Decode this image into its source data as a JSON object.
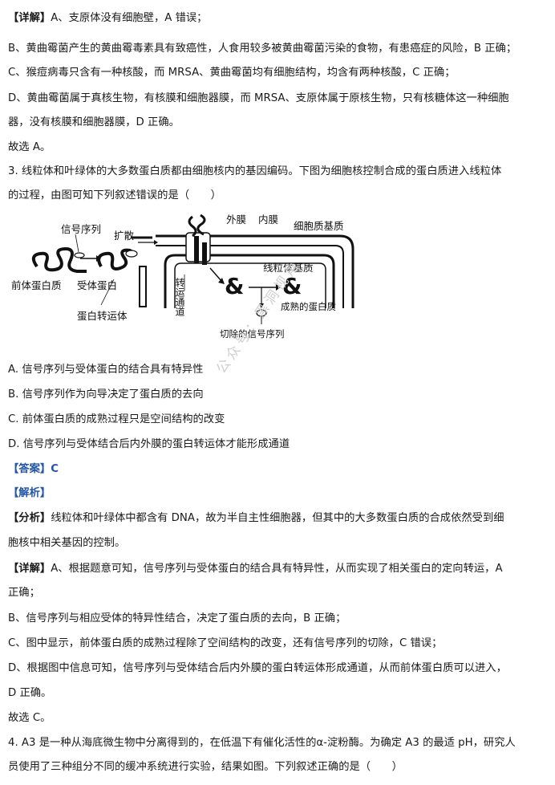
{
  "q2_detail": {
    "l1_tag": "【详解】",
    "l1": "A、支原体没有细胞壁，A 错误；",
    "l2": "B、黄曲霉菌产生的黄曲霉毒素具有致癌性，人食用较多被黄曲霉菌污染的食物，有患癌症的风险，B 正确；",
    "l3": "C、猴痘病毒只含有一种核酸，而 MRSA、黄曲霉菌均有细胞结构，均含有两种核酸，C 正确；",
    "l4": "D、黄曲霉菌属于真核生物，有核膜和细胞器膜，而 MRSA、支原体属于原核生物，只有核糖体这一种细胞",
    "l5": "器，没有核膜和细胞器膜，D 正确。",
    "l6": "故选 A。"
  },
  "q3": {
    "stem1": "3. 线粒体和叶绿体的大多数蛋白质都由细胞核内的基因编码。下图为细胞核控制合成的蛋白质进入线粒体",
    "stem2": "的过程，由图可知下列叙述错误的是（　　）",
    "diagram": {
      "signal_seq": "信号序列",
      "diffuse": "扩散",
      "precursor": "前体蛋白质",
      "receptor": "受体蛋白",
      "transporter": "蛋白转运体",
      "channel": "转运通道",
      "outer": "外膜",
      "inner": "内膜",
      "matrix_cyto": "细胞质基质",
      "matrix_mito": "线粒体基质",
      "mature": "成熟的蛋白质",
      "cut_signal": "切除的信号序列"
    },
    "options": [
      "A. 信号序列与受体蛋白的结合具有特异性",
      "B. 信号序列作为向导决定了蛋白质的去向",
      "C. 前体蛋白质的成熟过程只是空间结构的改变",
      "D. 信号序列与受体结合后内外膜的蛋白转运体才能形成通道"
    ],
    "answer_tag": "【答案】",
    "answer": "C",
    "analysis_tag": "【解析】",
    "fenxi_tag": "【分析】",
    "fenxi1": "线粒体和叶绿体中都含有 DNA，故为半自主性细胞器，但其中的大多数蛋白质的合成依然受到细",
    "fenxi2": "胞核中相关基因的控制。",
    "detail_tag": "【详解】",
    "d1": "A、根据题意可知，信号序列与受体蛋白的结合具有特异性，从而实现了相关蛋白的定向转运，A",
    "d2": "正确；",
    "d3": "B、信号序列与相应受体的特异性结合，决定了蛋白质的去向，B 正确；",
    "d4": "C、图中显示，前体蛋白质的成熟过程除了空间结构的改变，还有信号序列的切除，C 错误；",
    "d5": "D、根据图中信息可知，信号序列与受体结合后内外膜的蛋白转运体形成通道，从而前体蛋白质可以进入，",
    "d6": "D 正确。",
    "conclusion": "故选 C。"
  },
  "q4": {
    "stem1": "4. A3 是一种从海底微生物中分离得到的，在低温下有催化活性的α-淀粉酶。为确定 A3 的最适 pH，研究人",
    "stem2": "员使用了三种组分不同的缓冲系统进行实验，结果如图。下列叙述正确的是（　　）"
  },
  "watermark": "公众号：黑洞视角"
}
